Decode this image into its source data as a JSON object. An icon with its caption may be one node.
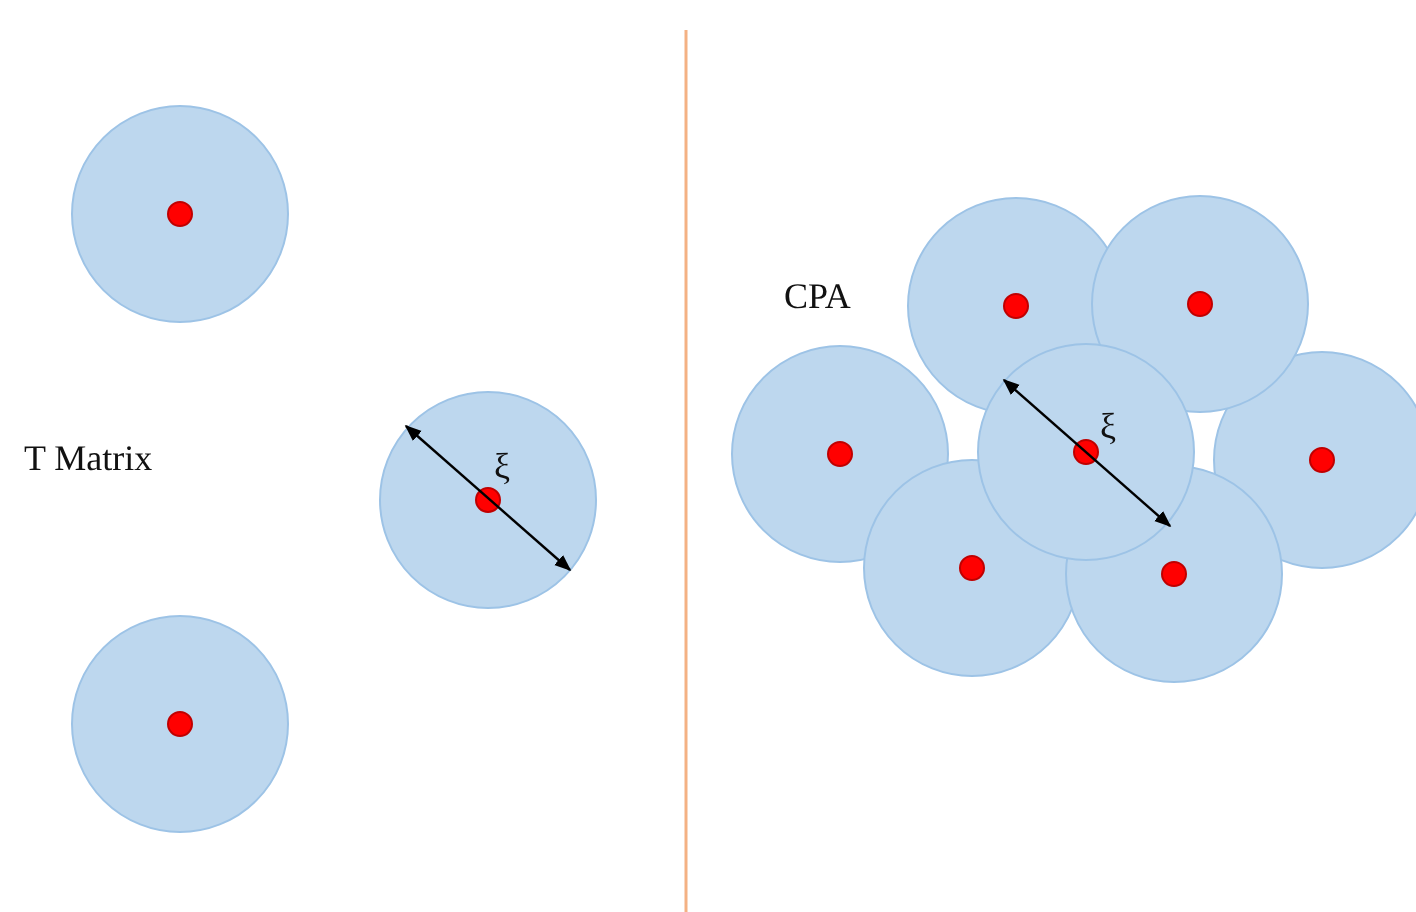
{
  "diagram": {
    "labels": [
      "T Matrix",
      "ξ",
      "CPA",
      "ξ"
    ]
  }
}
